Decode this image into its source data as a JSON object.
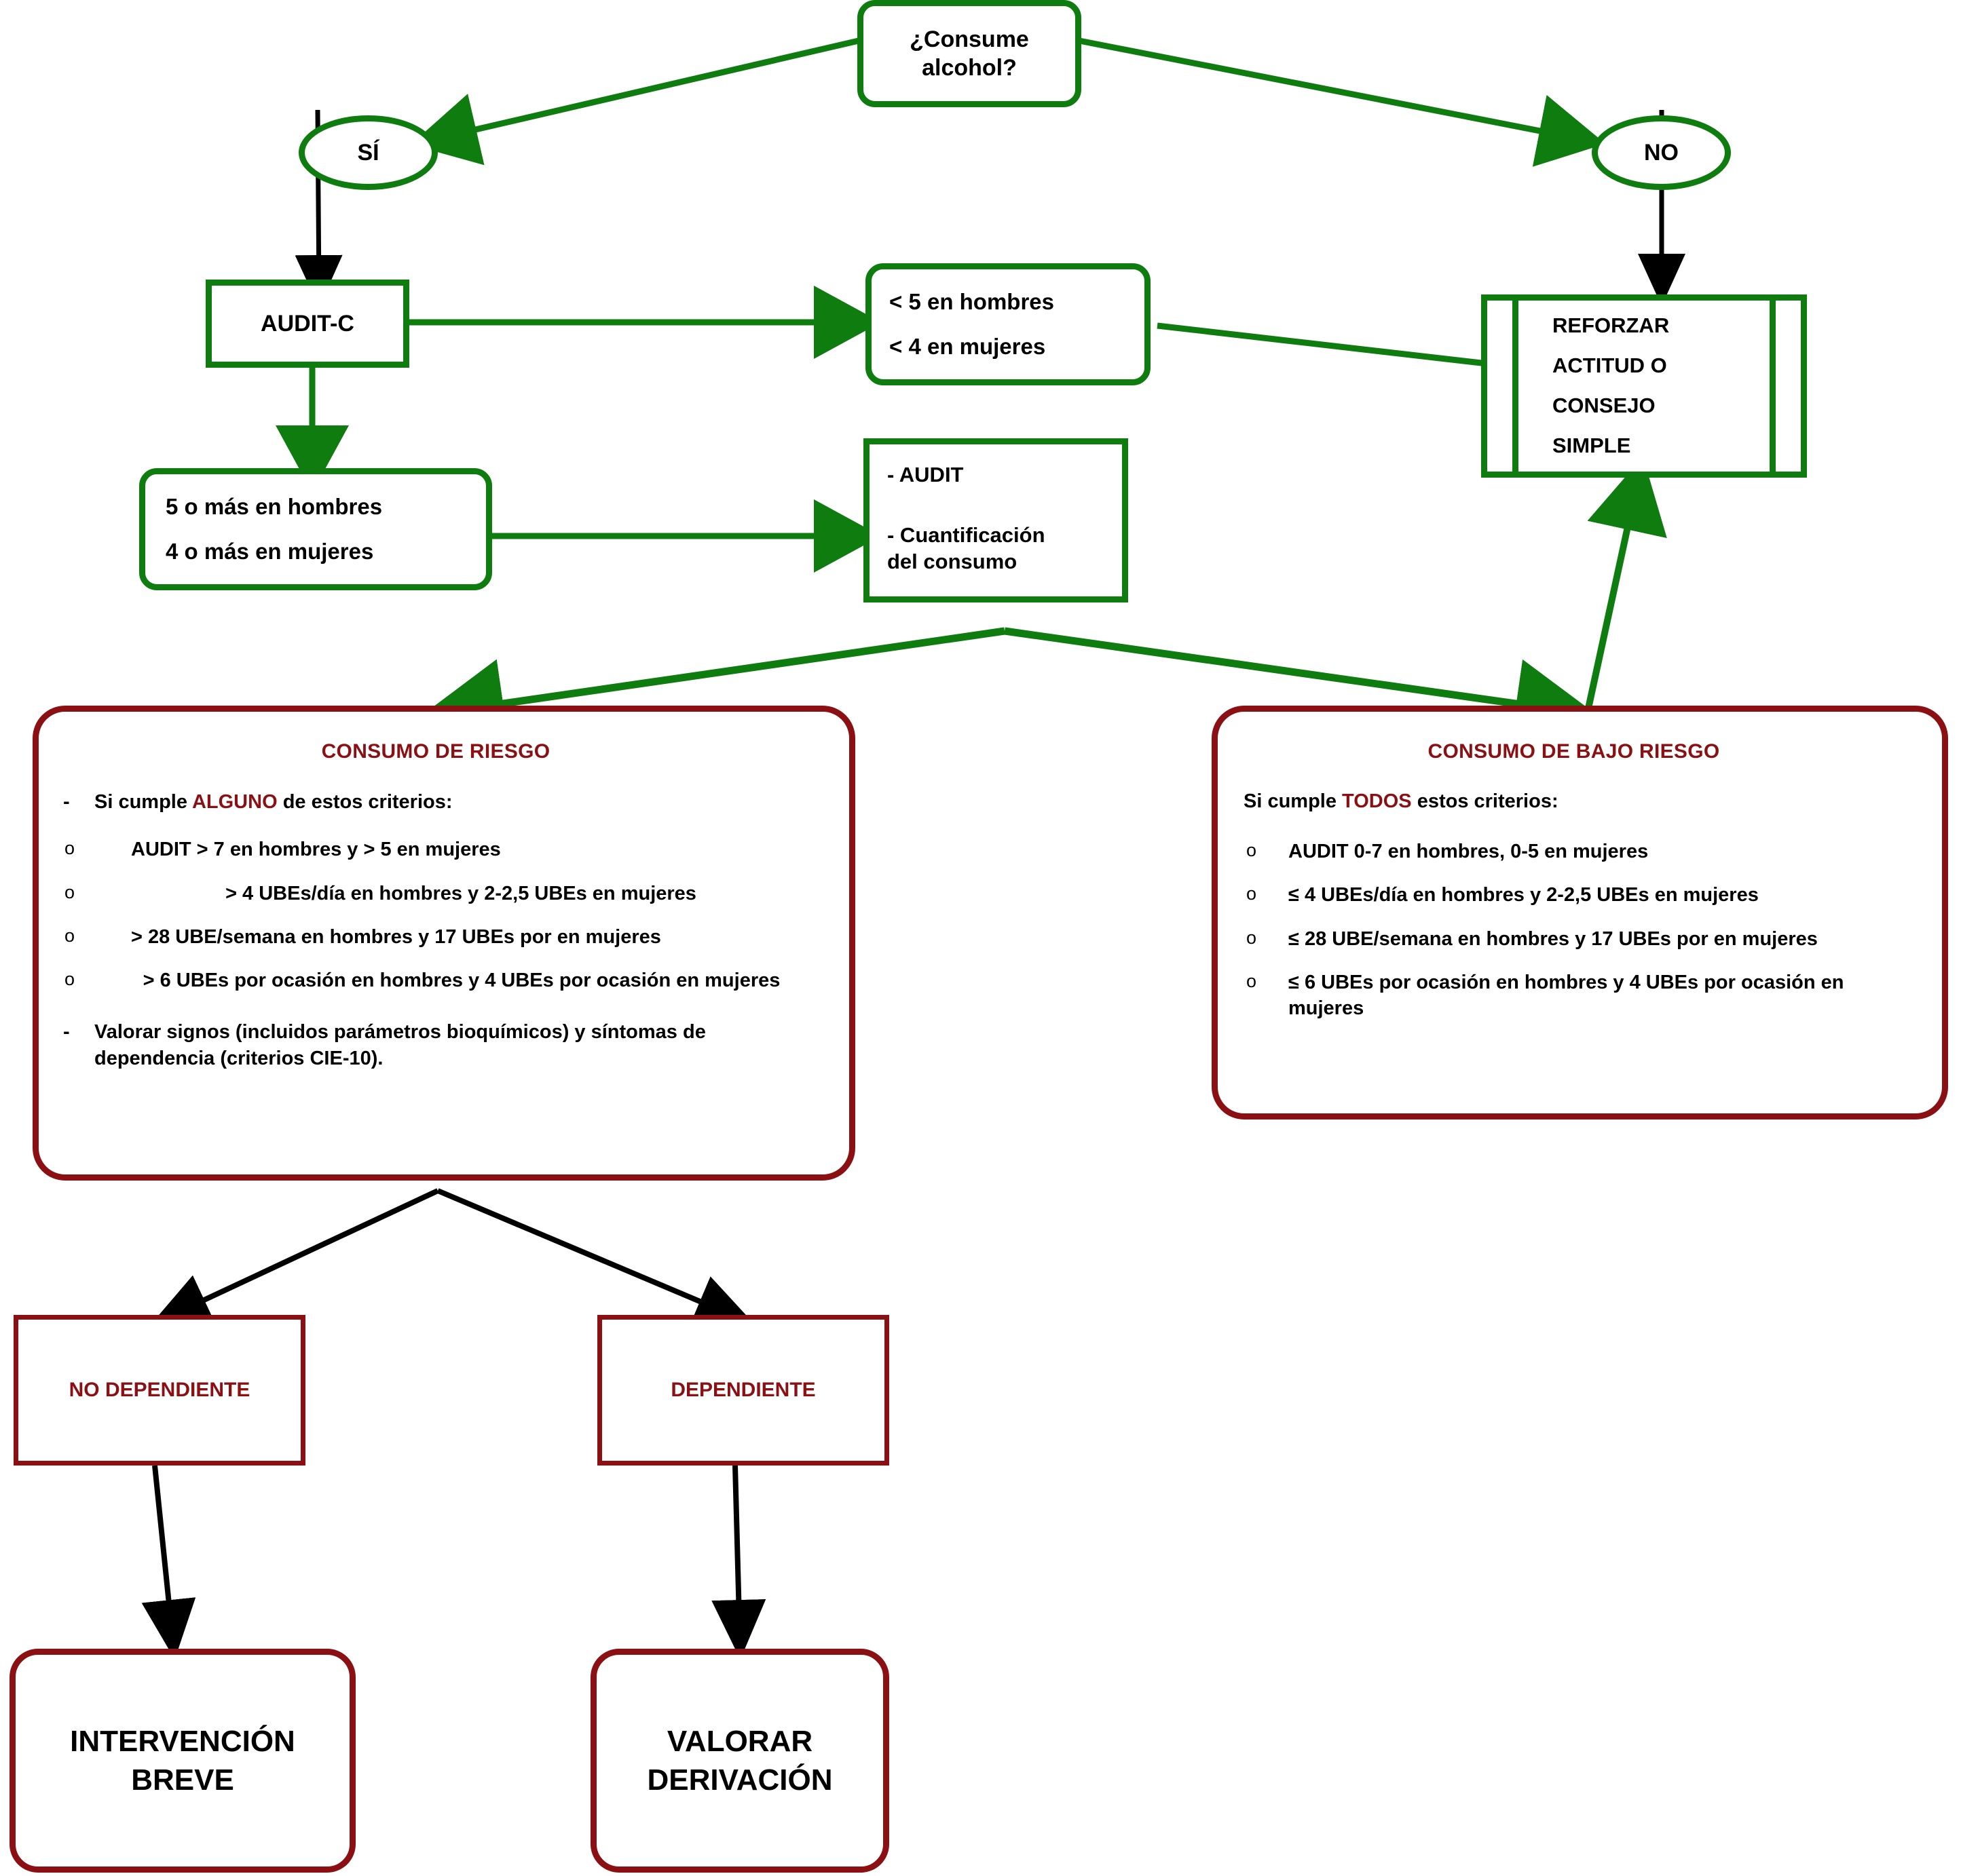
{
  "colors": {
    "green": "#0E7C0E",
    "dark_red": "#8B1013",
    "black": "#000000"
  },
  "nodes": {
    "question": {
      "line1": "¿Consume",
      "line2": "alcohol?"
    },
    "yes": {
      "label": "SÍ"
    },
    "no": {
      "label": "NO"
    },
    "audit_c": {
      "label": "AUDIT-C"
    },
    "low_scores": {
      "line1": "< 5 en hombres",
      "line2": "< 4 en mujeres"
    },
    "high_scores": {
      "line1": "5 o más en hombres",
      "line2": "4 o más en mujeres"
    },
    "audit_quant": {
      "line1": "- AUDIT",
      "line2": "- Cuantificación",
      "line3": "del consumo"
    },
    "reforzar": {
      "line1": "REFORZAR",
      "line2": "ACTITUD O",
      "line3": "CONSEJO",
      "line4": "SIMPLE"
    },
    "no_dependiente": {
      "label": "NO DEPENDIENTE"
    },
    "dependiente": {
      "label": "DEPENDIENTE"
    },
    "intervencion": {
      "line1": "INTERVENCIÓN",
      "line2": "BREVE"
    },
    "valorar": {
      "line1": "VALORAR",
      "line2": "DERIVACIÓN"
    }
  },
  "risk_panel": {
    "title": "CONSUMO DE RIESGO",
    "lead_marker": "-",
    "lead_pre": "Si cumple ",
    "lead_hl": "ALGUNO",
    "lead_post": " de estos criterios:",
    "bullet_marker": "o",
    "criteria": [
      "AUDIT > 7 en hombres y > 5 en mujeres",
      "> 4 UBEs/día en hombres y 2-2,5 UBEs en mujeres",
      "> 28 UBE/semana en hombres y 17 UBEs por en mujeres",
      "> 6 UBEs por ocasión en hombres y 4 UBEs por ocasión en mujeres"
    ],
    "footer_marker": "-",
    "footer": "Valorar signos (incluidos parámetros bioquímicos) y síntomas de dependencia (criterios CIE-10)."
  },
  "low_risk_panel": {
    "title": "CONSUMO DE BAJO RIESGO",
    "lead_pre": "Si cumple ",
    "lead_hl": "TODOS",
    "lead_post": " estos criterios:",
    "bullet_marker": "o",
    "criteria": [
      "AUDIT 0-7 en hombres, 0-5 en mujeres",
      "≤ 4 UBEs/día en hombres y 2-2,5 UBEs en mujeres",
      "≤ 28 UBE/semana en hombres y 17 UBEs por en mujeres",
      "≤ 6 UBEs por ocasión en hombres y  4 UBEs por ocasión en mujeres"
    ]
  }
}
